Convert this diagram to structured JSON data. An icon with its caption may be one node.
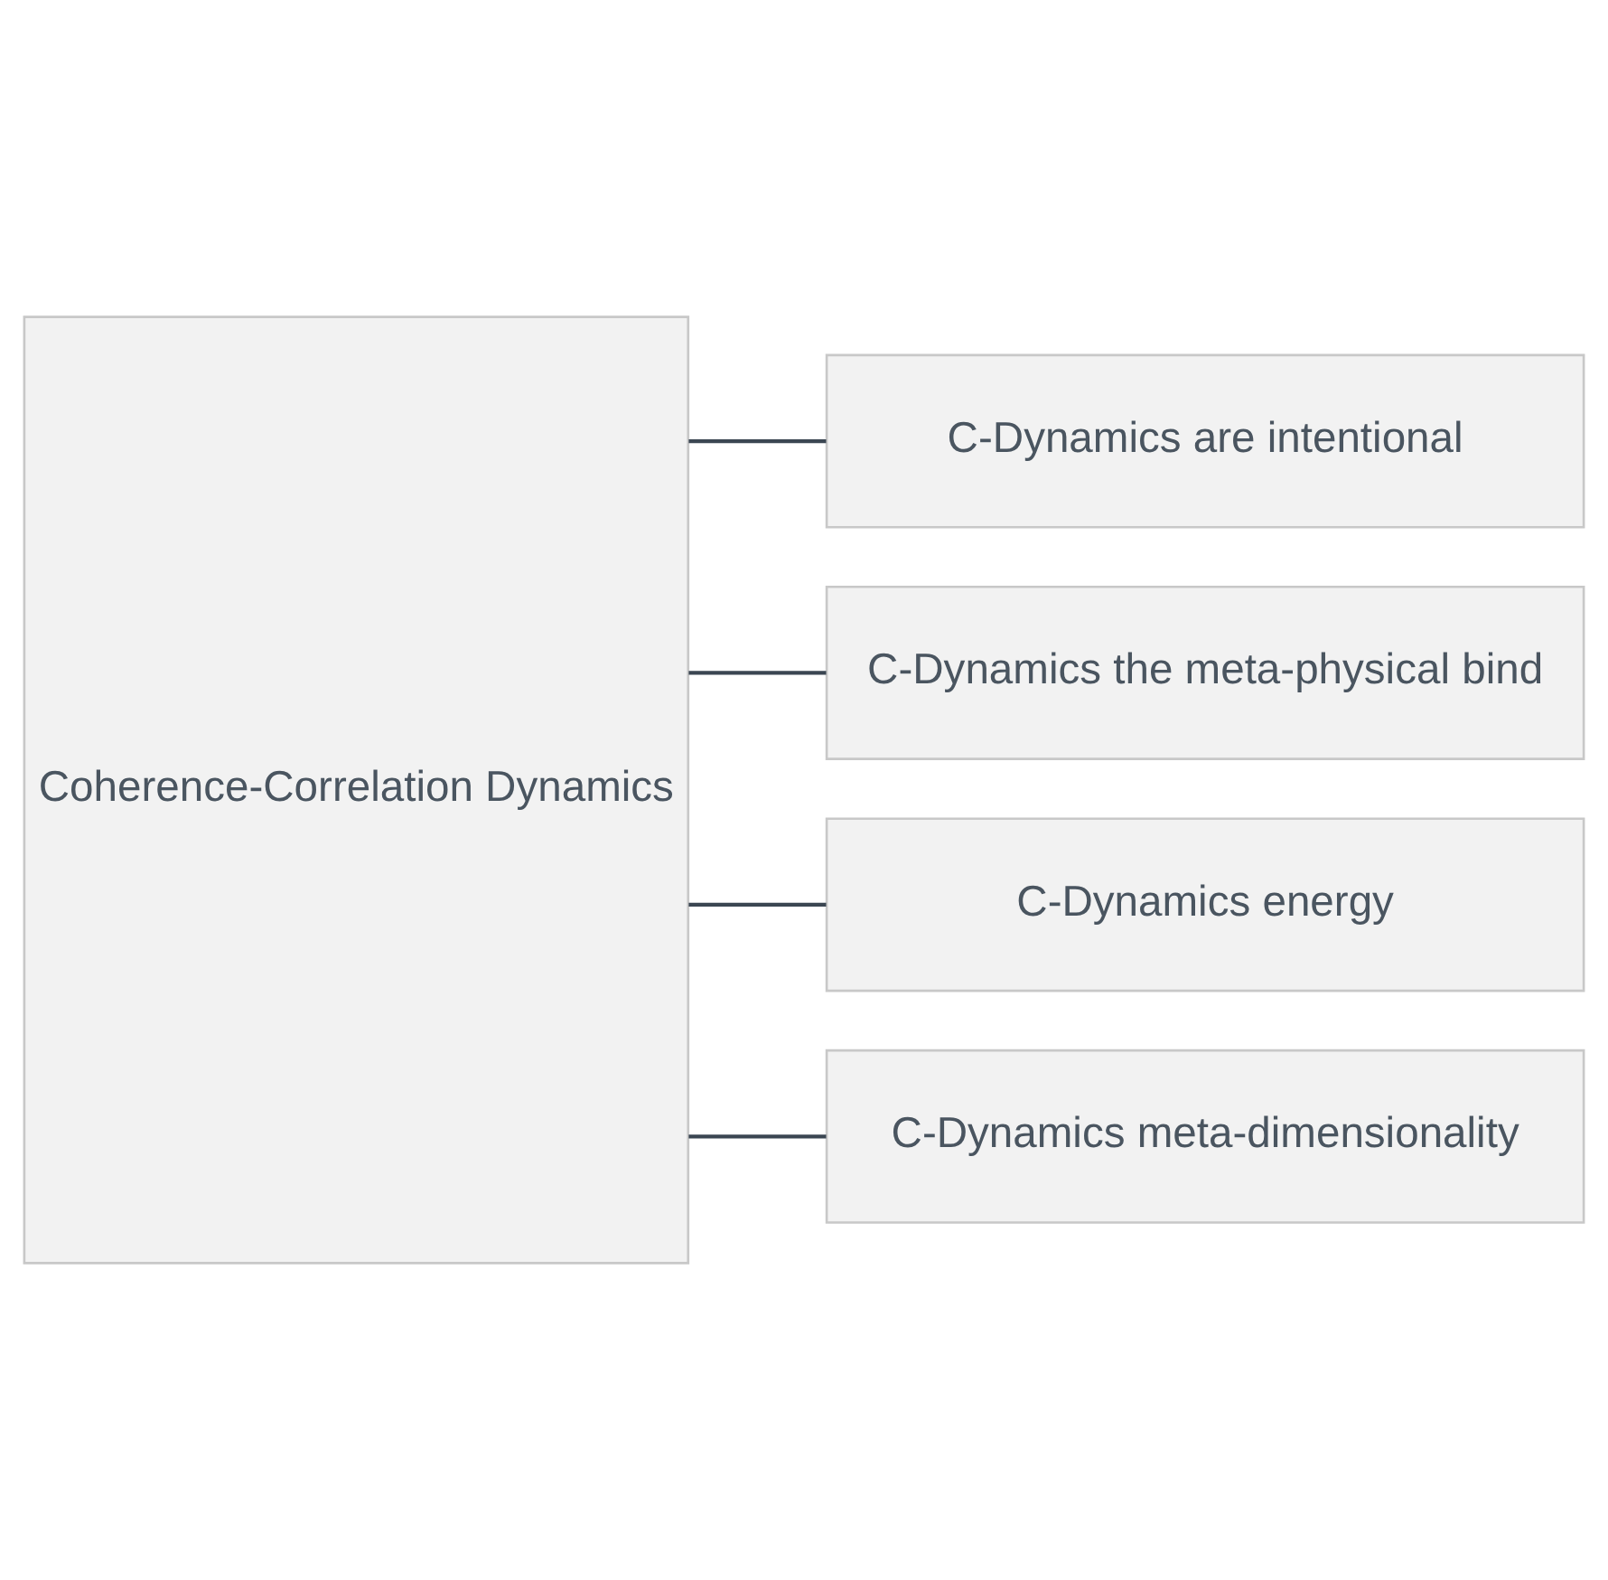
{
  "diagram": {
    "nodes": [
      {
        "text": [
          "Coherence-Correlation Dynamics"
        ]
      },
      {
        "text": [
          "C-Dynamics are intentional"
        ]
      },
      {
        "text": [
          "C-Dynamics the meta-physical bind"
        ]
      },
      {
        "text": [
          "C-Dynamics energy"
        ]
      },
      {
        "text": [
          "C-Dynamics meta-dimensionality"
        ]
      }
    ],
    "edges": [
      {
        "from": 0,
        "to": 1,
        "arrow": "none"
      },
      {
        "from": 0,
        "to": 2,
        "arrow": "none"
      },
      {
        "from": 0,
        "to": 3,
        "arrow": "none"
      },
      {
        "from": 0,
        "to": 4,
        "arrow": "none"
      }
    ]
  }
}
